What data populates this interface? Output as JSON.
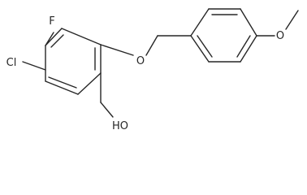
{
  "molecule": {
    "atoms": {
      "fluorine": "F",
      "chlorine": "Cl",
      "ether_oxygen": "O",
      "methoxy_oxygen": "O",
      "hydroxyl": "HO"
    }
  }
}
